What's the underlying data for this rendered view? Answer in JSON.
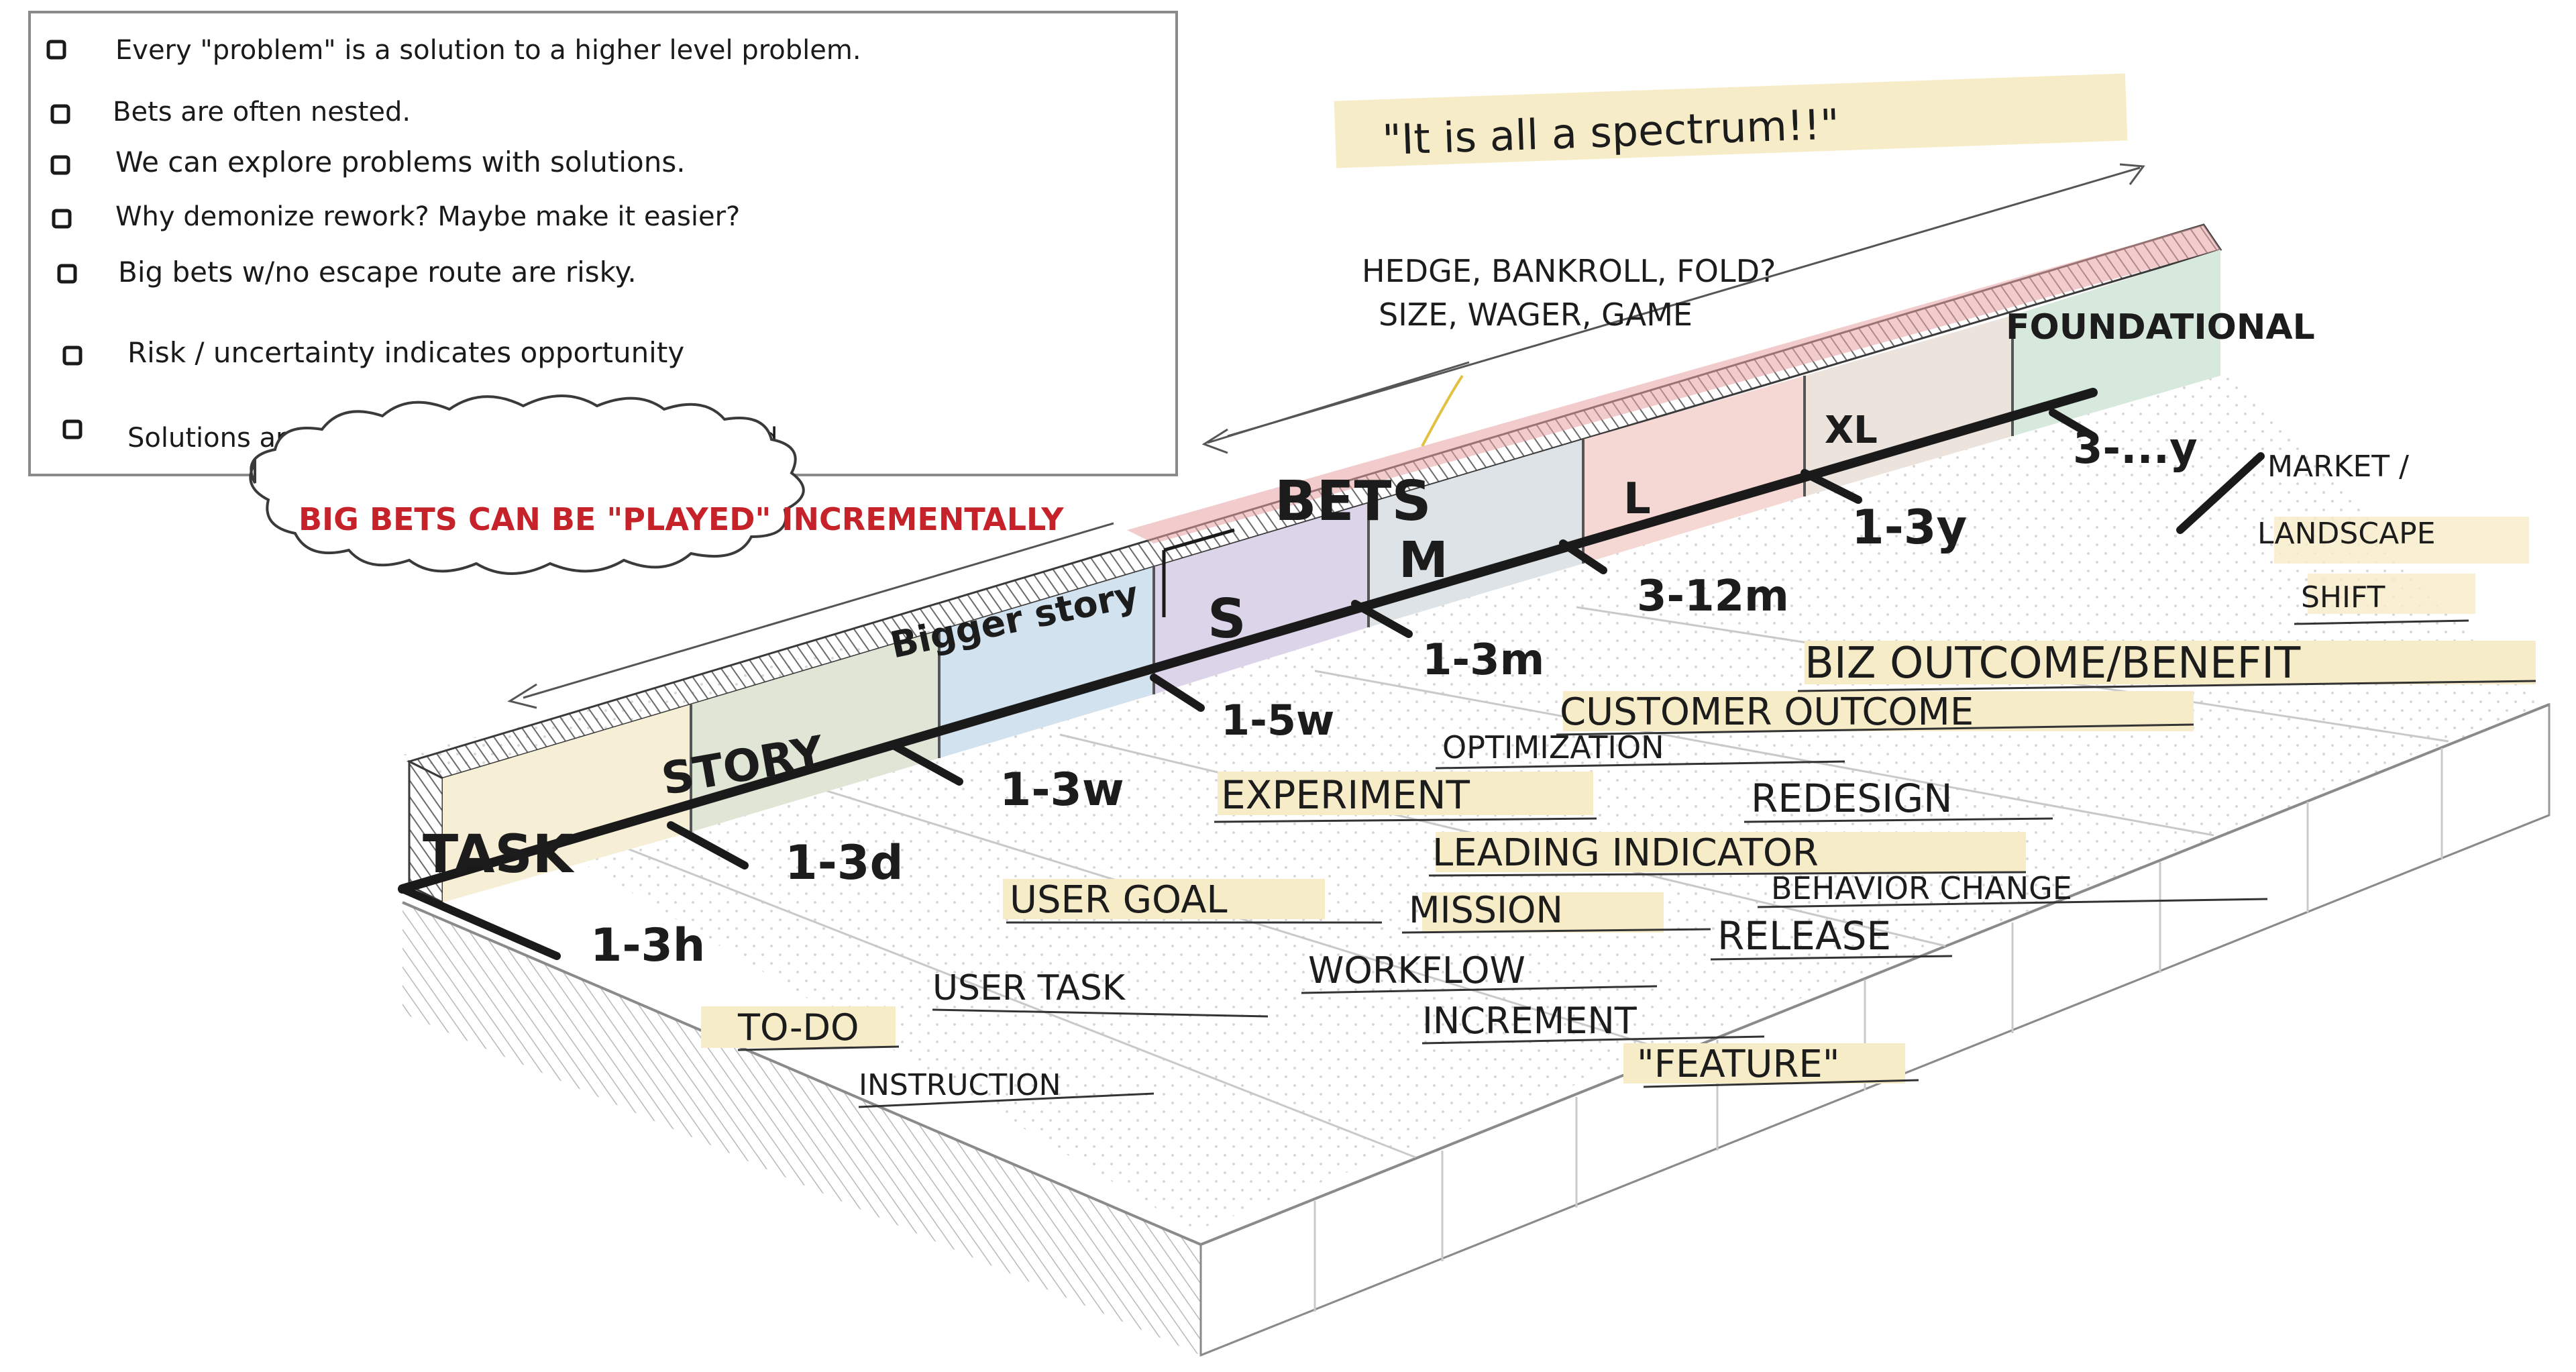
{
  "notes": [
    "Every \"problem\" is a solution to a higher level problem.",
    "Bets are often nested.",
    "We can explore problems with solutions.",
    "Why demonize rework? Maybe make it easier?",
    "Big bets w/no escape route are risky.",
    "Risk / uncertainty indicates opportunity",
    "Solutions are not bad. Solutions that fail are bad"
  ],
  "spectrum_quote": "\"It is all a spectrum!!\"",
  "cloud_text": "BIG BETS CAN BE \"PLAYED\" INCREMENTALLY",
  "poker_terms": {
    "line1": "HEDGE, BANKROLL, FOLD?",
    "line2": "SIZE, WAGER, GAME"
  },
  "bets_label": "BETS",
  "segments": [
    {
      "label": "TASK",
      "duration": "1-3h",
      "color": "#f6efd6"
    },
    {
      "label": "STORY",
      "duration": "1-3d",
      "color": "#dfe6d6"
    },
    {
      "label": "Bigger story",
      "duration": "1-3w",
      "color": "#d3e2ef"
    },
    {
      "label": "S",
      "duration": "1-5w",
      "color": "#dcd5ea"
    },
    {
      "label": "M",
      "duration": "1-3m",
      "color": "#dde3e6"
    },
    {
      "label": "L",
      "duration": "3-12m",
      "color": "#f5d8d4"
    },
    {
      "label": "XL",
      "duration": "1-3y",
      "color": "#ece3dc"
    },
    {
      "label": "FOUNDATIONAL",
      "duration": "3-...y",
      "color": "#d7e9dc"
    }
  ],
  "market_shift": [
    "MARKET /",
    "LANDSCAPE",
    "SHIFT"
  ],
  "floor_terms": {
    "to_do": "TO-DO",
    "instruction": "INSTRUCTION",
    "user_task": "USER TASK",
    "user_goal": "USER GOAL",
    "workflow": "WORKFLOW",
    "increment": "INCREMENT",
    "feature": "\"FEATURE\"",
    "experiment": "EXPERIMENT",
    "mission": "MISSION",
    "release": "RELEASE",
    "leading_indicator": "LEADING INDICATOR",
    "behavior_change": "BEHAVIOR CHANGE",
    "redesign": "REDESIGN",
    "optimization": "OPTIMIZATION",
    "customer_outcome": "CUSTOMER OUTCOME",
    "biz_outcome": "BIZ OUTCOME/BENEFIT"
  }
}
